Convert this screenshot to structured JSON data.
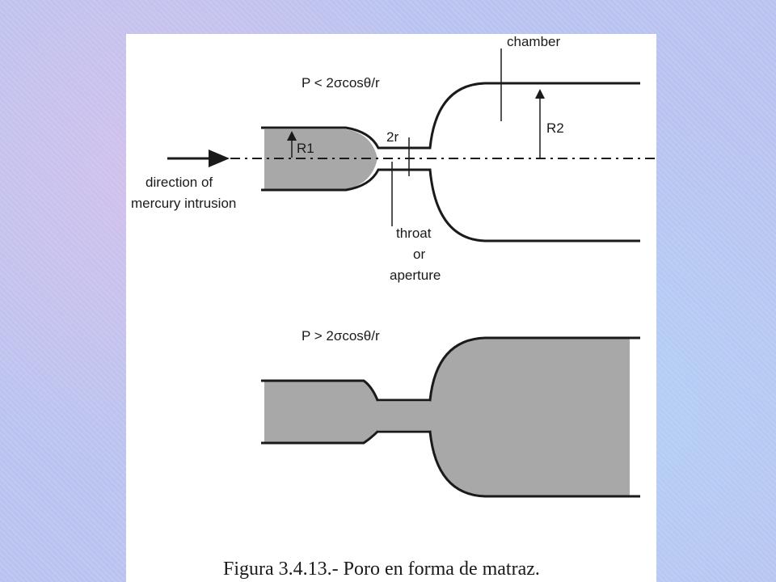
{
  "labels": {
    "chamber": "chamber",
    "condition_low": "P < 2σcosθ/r",
    "condition_high": "P > 2σcosθ/r",
    "r1": "R1",
    "r2": "R2",
    "two_r": "2r",
    "direction_line1": "direction of",
    "direction_line2": "mercury intrusion",
    "throat_line1": "throat",
    "throat_line2": "or",
    "throat_line3": "aperture"
  },
  "caption": "Figura 3.4.13.- Poro en forma de matraz.",
  "colors": {
    "mercury_fill": "#a8a8a8",
    "stroke": "#1a1a1a",
    "panel": "#ffffff"
  }
}
